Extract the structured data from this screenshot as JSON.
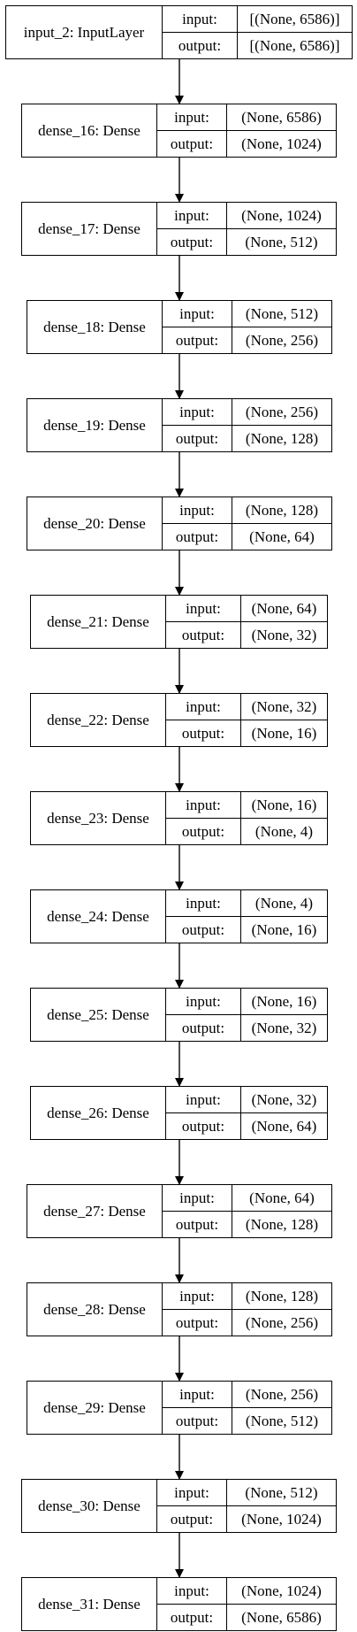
{
  "layers": [
    {
      "name": "input_2: InputLayer",
      "input": "[(None, 6586)]",
      "output": "[(None, 6586)]"
    },
    {
      "name": "dense_16: Dense",
      "input": "(None, 6586)",
      "output": "(None, 1024)"
    },
    {
      "name": "dense_17: Dense",
      "input": "(None, 1024)",
      "output": "(None, 512)"
    },
    {
      "name": "dense_18: Dense",
      "input": "(None, 512)",
      "output": "(None, 256)"
    },
    {
      "name": "dense_19: Dense",
      "input": "(None, 256)",
      "output": "(None, 128)"
    },
    {
      "name": "dense_20: Dense",
      "input": "(None, 128)",
      "output": "(None, 64)"
    },
    {
      "name": "dense_21: Dense",
      "input": "(None, 64)",
      "output": "(None, 32)"
    },
    {
      "name": "dense_22: Dense",
      "input": "(None, 32)",
      "output": "(None, 16)"
    },
    {
      "name": "dense_23: Dense",
      "input": "(None, 16)",
      "output": "(None, 4)"
    },
    {
      "name": "dense_24: Dense",
      "input": "(None, 4)",
      "output": "(None, 16)"
    },
    {
      "name": "dense_25: Dense",
      "input": "(None, 16)",
      "output": "(None, 32)"
    },
    {
      "name": "dense_26: Dense",
      "input": "(None, 32)",
      "output": "(None, 64)"
    },
    {
      "name": "dense_27: Dense",
      "input": "(None, 64)",
      "output": "(None, 128)"
    },
    {
      "name": "dense_28: Dense",
      "input": "(None, 128)",
      "output": "(None, 256)"
    },
    {
      "name": "dense_29: Dense",
      "input": "(None, 256)",
      "output": "(None, 512)"
    },
    {
      "name": "dense_30: Dense",
      "input": "(None, 512)",
      "output": "(None, 1024)"
    },
    {
      "name": "dense_31: Dense",
      "input": "(None, 1024)",
      "output": "(None, 6586)"
    }
  ],
  "port_labels": {
    "input": "input:",
    "output": "output:"
  }
}
